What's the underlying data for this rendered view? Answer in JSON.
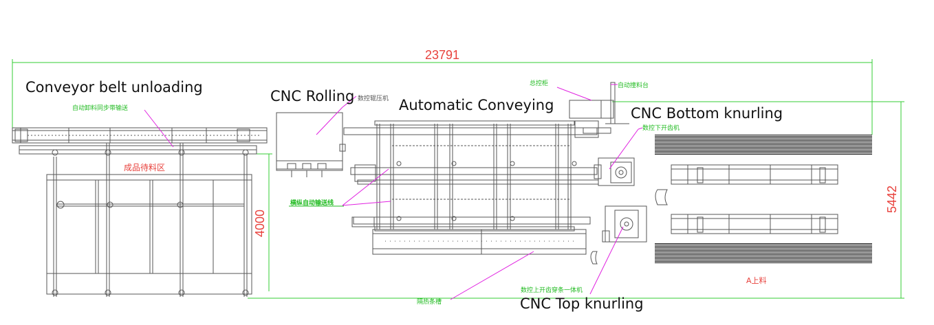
{
  "labels": {
    "conveyor_belt_unloading": "Conveyor belt unloading",
    "cnc_rolling": "CNC Rolling",
    "automatic_conveying": "Automatic Conveying",
    "cnc_bottom_knurling": "CNC Bottom knurling",
    "cnc_top_knurling": "CNC Top knurling"
  },
  "cn_labels": {
    "auto_unload_sync_belt": "自动卸料同步带输送",
    "finished_waiting_area": "成品待料区",
    "cnc_roller_press": "数控辊压机",
    "main_control_cabinet": "总控柜",
    "auto_loading_table": "自动撞料台",
    "cnc_bottom_gear": "数控下开齿机",
    "cross_auto_conveyor": "横纵自动输送线",
    "insulation_strip": "隔热条槽",
    "cnc_top_gear_combo": "数控上开齿穿条一体机",
    "a_loading": "A上料"
  },
  "dimensions": {
    "total_length": "23791",
    "width_total": "5442",
    "width_left": "4000"
  },
  "colors": {
    "dimension": "#e8413c",
    "leader": "#e020e0",
    "green_text": "#22bb22",
    "dim_line": "#33cc33",
    "machine": "#555555"
  }
}
